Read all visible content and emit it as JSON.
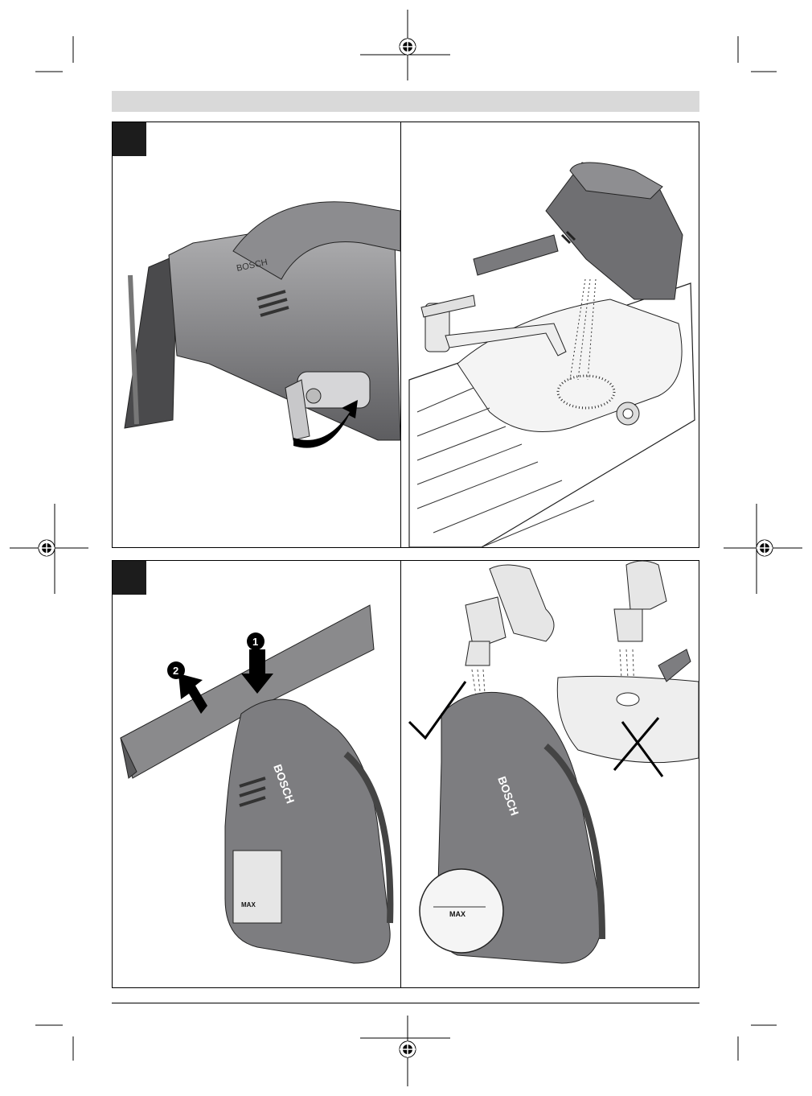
{
  "page": {
    "brand": "BOSCH",
    "max_label": "MAX",
    "step_markers": [
      "1",
      "2"
    ],
    "colors": {
      "header_band": "#d9d9d9",
      "step_box": "#1c1c1c",
      "device_body": "#8a8a8c",
      "device_dark": "#5a5a5c",
      "line": "#000000"
    },
    "icons": [
      "registration-mark-icon",
      "check-mark-icon",
      "cross-mark-icon",
      "rotate-arrow-icon",
      "press-arrow-icon",
      "slide-arrow-icon"
    ]
  }
}
